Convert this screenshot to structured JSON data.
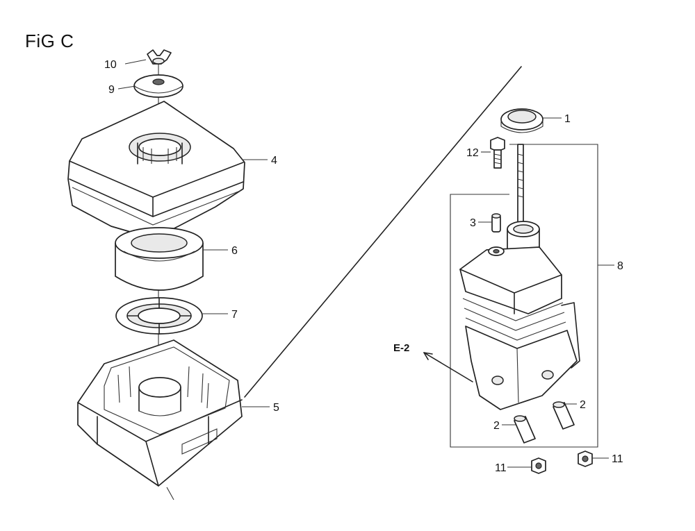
{
  "figure": {
    "title": "FiG C"
  },
  "reference": {
    "label": "E-2"
  },
  "callouts": [
    {
      "id": "c10",
      "label": "10"
    },
    {
      "id": "c9",
      "label": "9"
    },
    {
      "id": "c4",
      "label": "4"
    },
    {
      "id": "c6",
      "label": "6"
    },
    {
      "id": "c7",
      "label": "7"
    },
    {
      "id": "c5",
      "label": "5"
    },
    {
      "id": "c1",
      "label": "1"
    },
    {
      "id": "c12",
      "label": "12"
    },
    {
      "id": "c3",
      "label": "3"
    },
    {
      "id": "c8",
      "label": "8"
    },
    {
      "id": "c2a",
      "label": "2"
    },
    {
      "id": "c2b",
      "label": "2"
    },
    {
      "id": "c11a",
      "label": "11"
    },
    {
      "id": "c11b",
      "label": "11"
    }
  ]
}
